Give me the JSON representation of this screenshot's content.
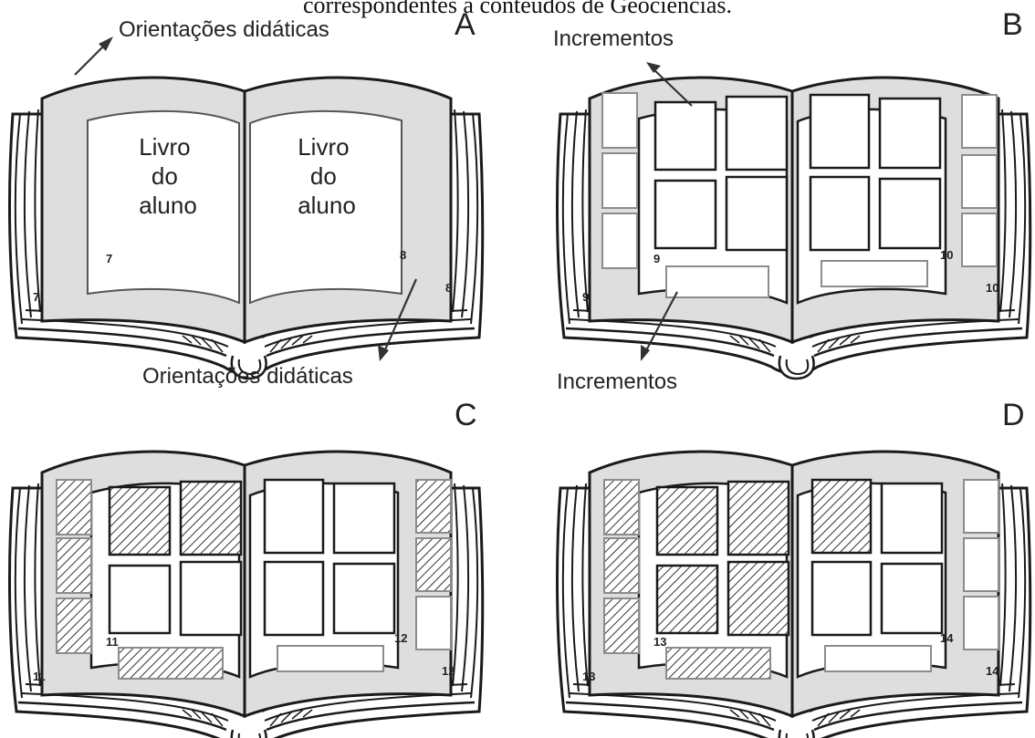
{
  "caption": "correspondentes a conteúdos de Geociências.",
  "colors": {
    "page_fill": "#dedede",
    "outline": "#1a1a1a",
    "increment_border": "#8c8c8c",
    "hatch": "#333333"
  },
  "panels": [
    {
      "letter": "A",
      "top_label": "Orientações didáticas",
      "bottom_label": "Orientações didáticas",
      "left_inner_page": "7",
      "right_inner_page": "8",
      "left_outer_page": "7",
      "right_outer_page": "8",
      "left_text": [
        "Livro",
        "do",
        "aluno"
      ],
      "right_text": [
        "Livro",
        "do",
        "aluno"
      ]
    },
    {
      "letter": "B",
      "top_label": "Incrementos",
      "bottom_label": "Incrementos",
      "left_inner_page": "9",
      "right_inner_page": "10",
      "left_outer_page": "9",
      "right_outer_page": "10",
      "hatched_blocks": "none"
    },
    {
      "letter": "C",
      "left_inner_page": "11",
      "right_inner_page": "12",
      "left_outer_page": "11",
      "right_outer_page": "12",
      "hatched_blocks": "left side boxes, right side top two boxes, left page top two frames, bottom-left increment"
    },
    {
      "letter": "D",
      "left_inner_page": "13",
      "right_inner_page": "14",
      "left_outer_page": "13",
      "right_outer_page": "14",
      "hatched_blocks": "left side boxes, all four left page frames, right page top-left frame, bottom-left increment"
    }
  ]
}
